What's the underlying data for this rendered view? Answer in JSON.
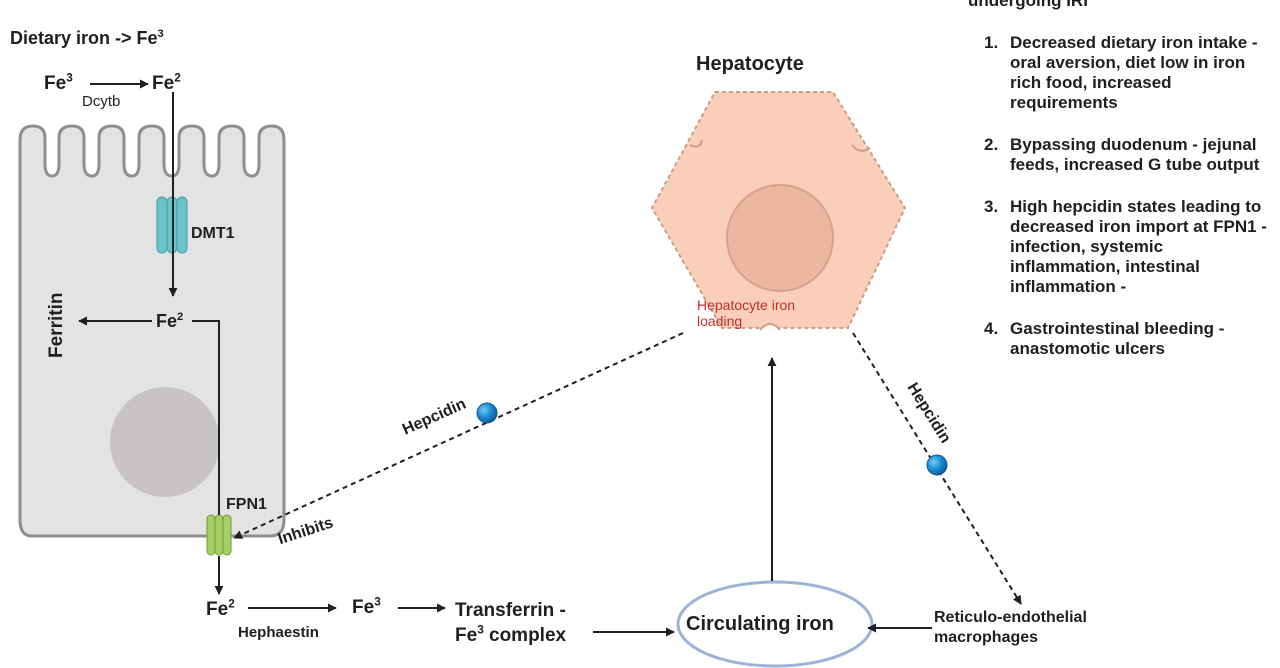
{
  "header": {
    "dietary_iron": "Dietary iron -> Fe",
    "dietary_iron_sup": "3",
    "list_heading_partial": "undergoing IRI"
  },
  "enterocyte": {
    "fe3_top": "Fe",
    "fe3_top_sup": "3",
    "fe2_top": "Fe",
    "fe2_top_sup": "2",
    "dcytb": "Dcytb",
    "dmt1": "DMT1",
    "fe2_mid": "Fe",
    "fe2_mid_sup": "2",
    "ferritin": "Ferritin",
    "fpn1": "FPN1",
    "inhibits": "Inhibits"
  },
  "bottom_flow": {
    "fe2": "Fe",
    "fe2_sup": "2",
    "hephaestin": "Hephaestin",
    "fe3": "Fe",
    "fe3_sup": "3",
    "transferrin_line1": "Transferrin -",
    "transferrin_line2": "Fe",
    "transferrin_sup": "3",
    "transferrin_line2_end": " complex",
    "circulating_iron": "Circulating iron",
    "reticulo_line1": "Reticulo-endothelial",
    "reticulo_line2": "macrophages"
  },
  "hepatocyte": {
    "title": "Hepatocyte",
    "loading_line1": "Hepatocyte iron",
    "loading_line2": "loading"
  },
  "hepcidin": {
    "left_label": "Hepcidin",
    "right_label": "Hepcidin"
  },
  "causes": [
    {
      "num": "1.",
      "text": "Decreased dietary iron intake - oral aversion, diet low in iron rich food, increased requirements"
    },
    {
      "num": "2.",
      "text": "Bypassing duodenum - jejunal feeds, increased G tube output"
    },
    {
      "num": "3.",
      "text": "High hepcidin states leading to decreased iron import at FPN1 - infection, systemic inflammation, intestinal inflammation -"
    },
    {
      "num": "4.",
      "text": "Gastrointestinal bleeding - anastomotic ulcers"
    }
  ],
  "colors": {
    "cell_fill": "#e3e3e3",
    "cell_stroke": "#8f8f8f",
    "nucleus": "#c9c4c4",
    "dmt1": "#6bc5c8",
    "fpn1": "#a6cf6a",
    "hepatocyte_fill": "#f9cfb9",
    "hepatocyte_stroke": "#cd9c83",
    "hepatocyte_nucleus": "#ebb7a0",
    "hepcidin_ball": "#1b8fd6",
    "circulating_ellipse": "#9cb3d9",
    "loading_text": "#c0302b"
  }
}
